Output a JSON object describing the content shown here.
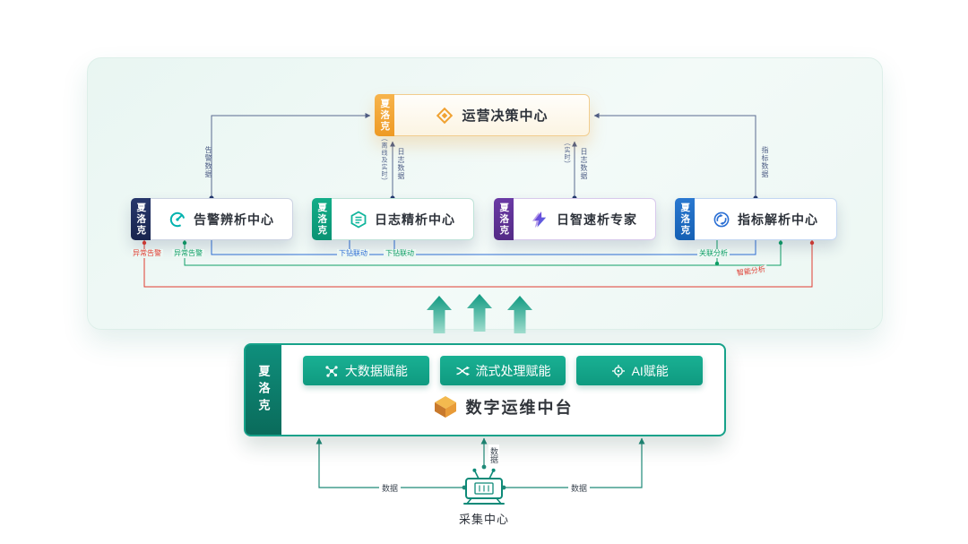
{
  "decision_center": {
    "tab": "夏洛克",
    "title": "运营决策中心",
    "accent_color": "#EF9E2B"
  },
  "analysis_centers": [
    {
      "tab": "夏洛克",
      "title": "告警辨析中心",
      "tab_color": "#1E2B5C",
      "icon": "alert-gauge-icon"
    },
    {
      "tab": "夏洛克",
      "title": "日志精析中心",
      "tab_color": "#0CA17D",
      "icon": "log-hexagon-icon"
    },
    {
      "tab": "夏洛克",
      "title": "日智速析专家",
      "tab_color": "#5C2E91",
      "icon": "lightning-icon"
    },
    {
      "tab": "夏洛克",
      "title": "指标解析中心",
      "tab_color": "#1A6BC4",
      "icon": "metric-sync-icon"
    }
  ],
  "data_flows": {
    "alert_data": "告警数据",
    "log_data_note_1": "(离线及实时)",
    "log_data_1": "日志数据",
    "log_data_note_2": "(实时)",
    "log_data_2": "日志数据",
    "metric_data": "指标数据"
  },
  "cross_links": {
    "abnormal_alert_red": "异常告警",
    "abnormal_alert_green": "异常告警",
    "drill_down_blue": "下钻联动",
    "drill_down_green": "下钻联动",
    "relation_analysis": "关联分析",
    "intelligent_analysis": "智能分析"
  },
  "platform": {
    "tab": "夏洛克",
    "capabilities": [
      {
        "label": "大数据赋能",
        "icon": "big-data-icon"
      },
      {
        "label": "流式处理赋能",
        "icon": "stream-processing-icon"
      },
      {
        "label": "AI赋能",
        "icon": "ai-icon"
      }
    ],
    "title": "数字运维中台",
    "accent_color": "#17A28A"
  },
  "collection_center": {
    "title": "采集中心",
    "flow_label_left": "数据",
    "flow_label_center": "数据",
    "flow_label_right": "数据"
  },
  "colors": {
    "panel_bg": "#EAF6F2",
    "line": "#5A6A90",
    "red": "#E03C31",
    "green": "#0F9F66",
    "blue": "#2F6FD6",
    "teal": "#1F8A78"
  }
}
